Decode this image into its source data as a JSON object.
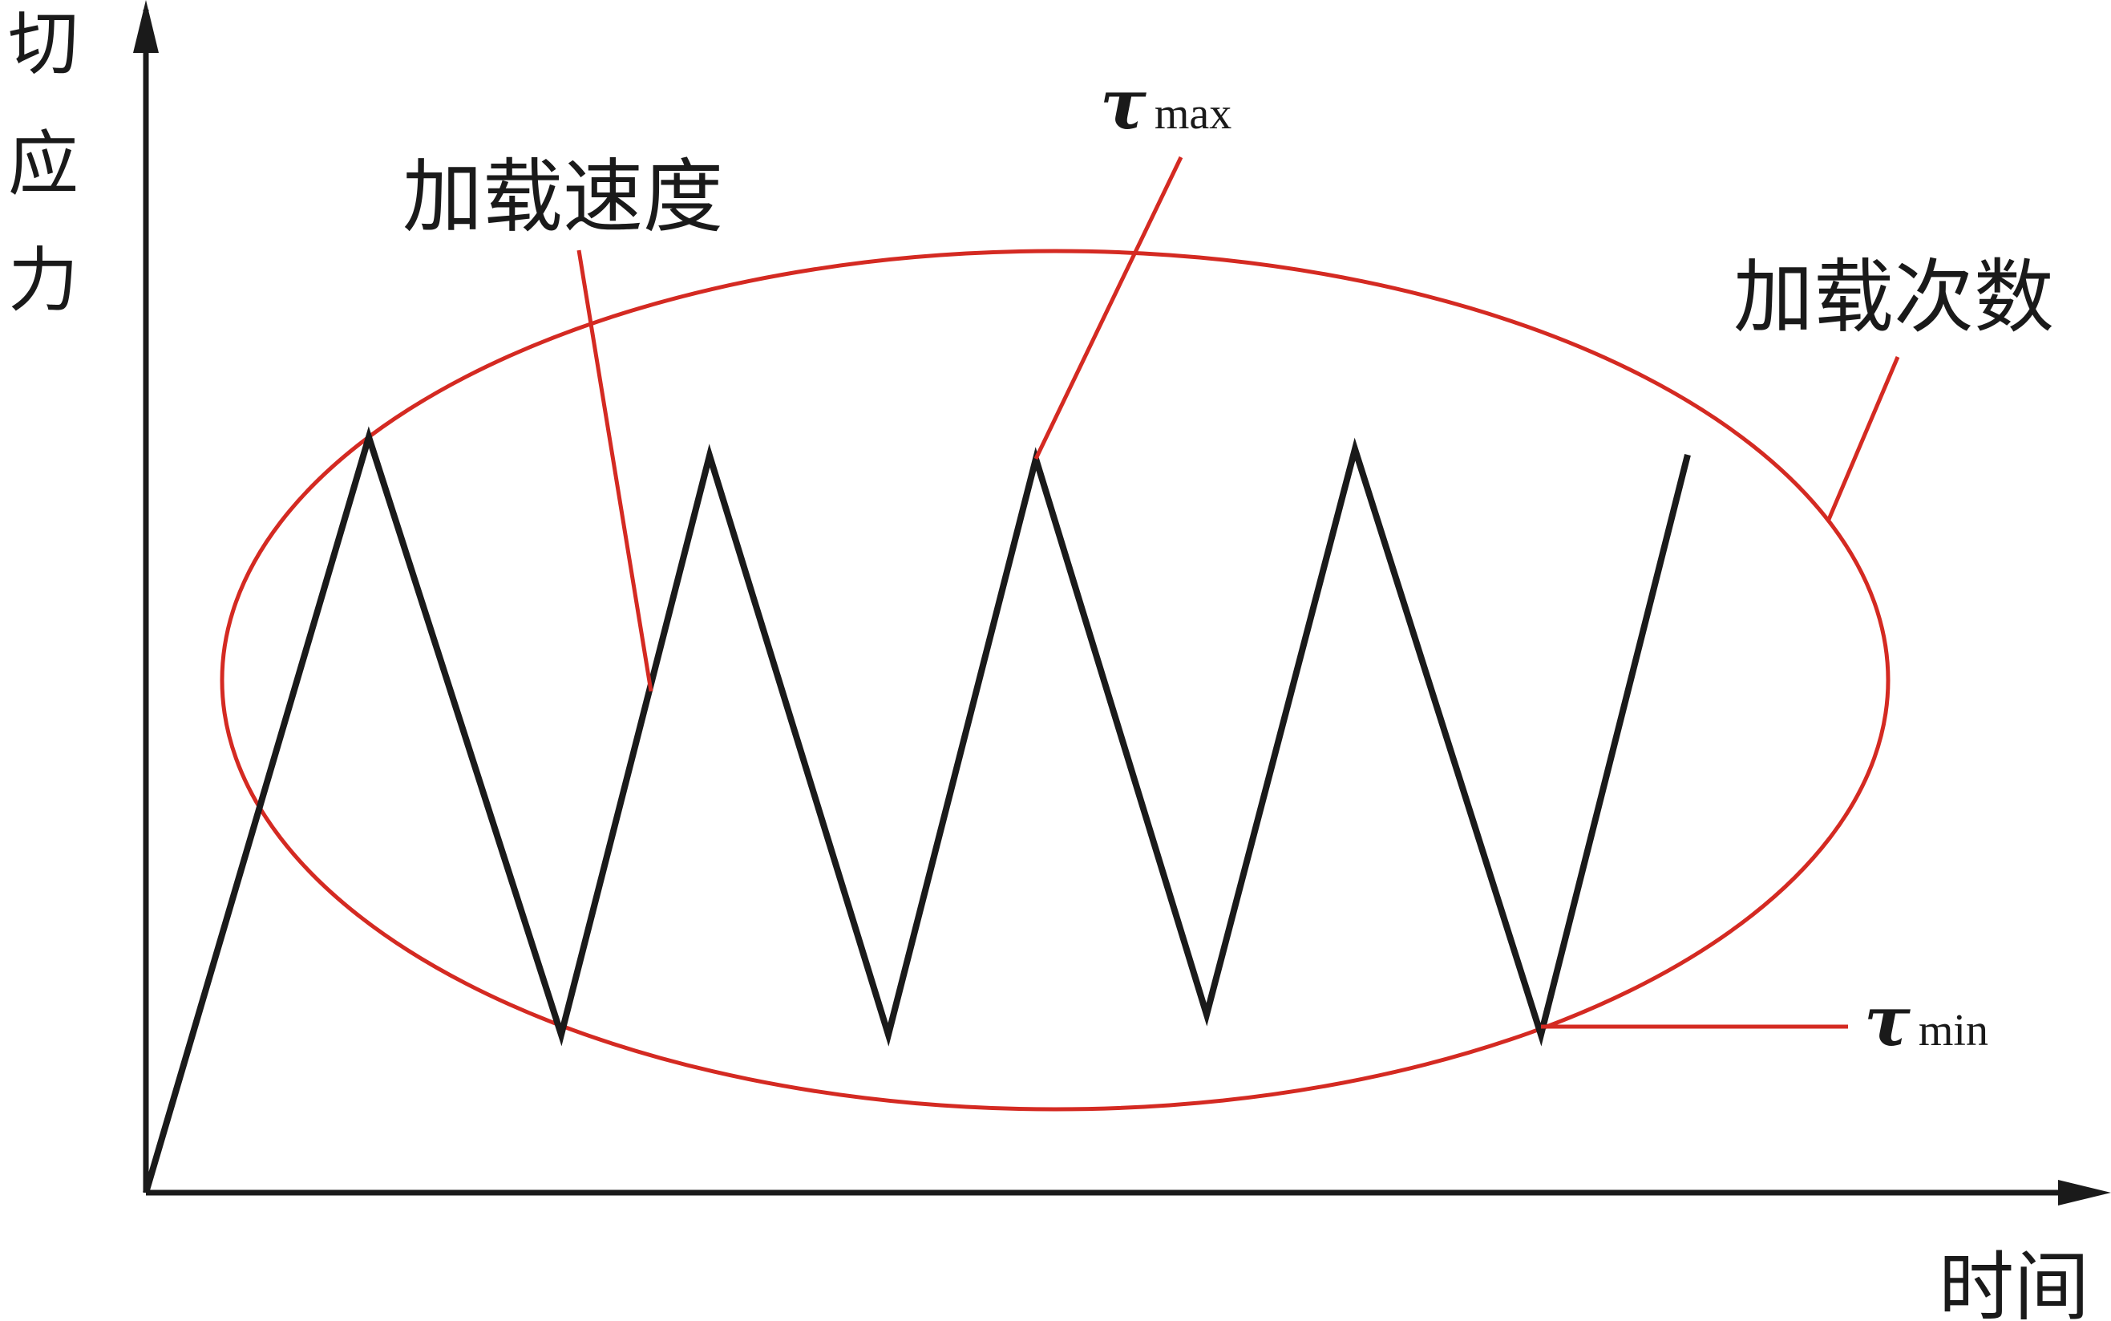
{
  "axes": {
    "y_label": "切应力",
    "x_label": "时间"
  },
  "annotations": {
    "loading_rate": "加载速度",
    "loading_count": "加载次数",
    "tau_max_symbol": "τ",
    "tau_max_sub": "max",
    "tau_min_symbol": "τ",
    "tau_min_sub": "min"
  },
  "colors": {
    "axis": "#1a1a1a",
    "waveform": "#1a1a1a",
    "ellipse": "#d42a22",
    "leader": "#d42a22"
  }
}
